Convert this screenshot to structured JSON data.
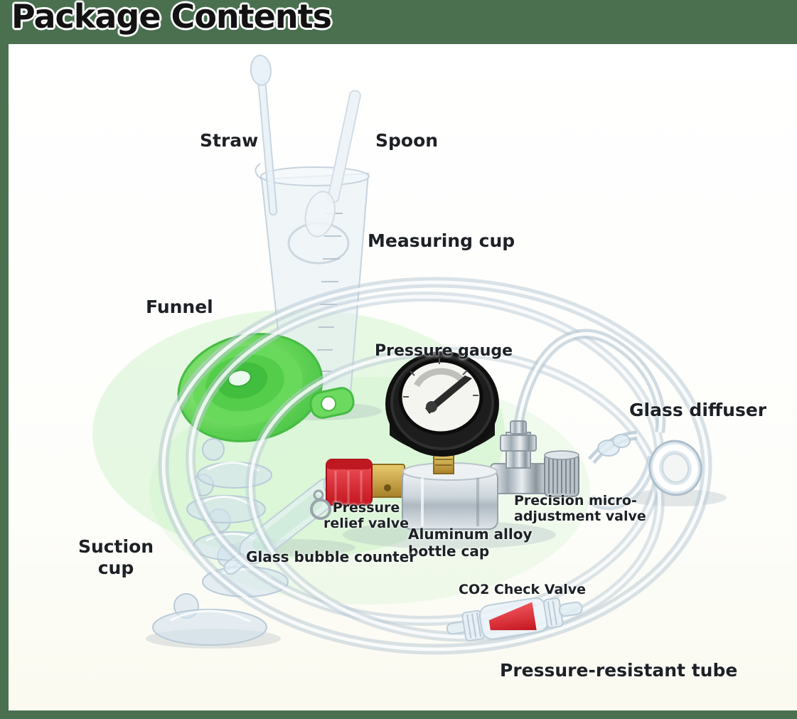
{
  "header": {
    "title": "Package Contents"
  },
  "labels": {
    "straw": "Straw",
    "spoon": "Spoon",
    "measuring_cup": "Measuring cup",
    "funnel": "Funnel",
    "pressure_gauge": "Pressure gauge",
    "glass_diffuser": "Glass diffuser",
    "pressure_relief_valve": "Pressure relief valve",
    "aluminum_alloy_bottle_cap": "Aluminum alloy bottle cap",
    "precision_micro_adjustment_valve": "Precision micro-adjustment valve",
    "glass_bubble_counter": "Glass bubble counter",
    "suction_cup": "Suction cup",
    "co2_check_valve": "CO2 Check Valve",
    "pressure_resistant_tube": "Pressure-resistant tube"
  },
  "colors": {
    "page_background_green": "#4A7050",
    "photo_background": "#FDFDF8",
    "label_text": "#1D2125",
    "funnel_green": "#62D757",
    "valve_red": "#D8232E",
    "brass": "#B98F2E",
    "gauge_black": "#161616"
  }
}
